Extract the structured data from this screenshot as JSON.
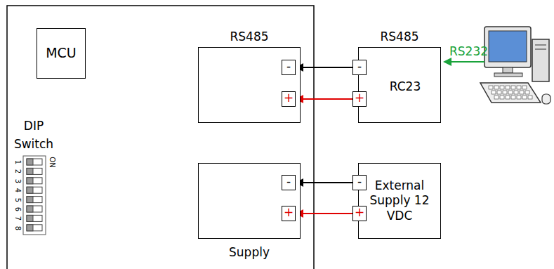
{
  "diagram": {
    "nodes": [
      {
        "text": [
          "MCU"
        ]
      },
      {
        "text": [
          "RS485"
        ]
      },
      {
        "text": [
          "-"
        ],
        "in": 1
      },
      {
        "text": [
          "+"
        ],
        "in": 1
      },
      {
        "text": [
          "Supply"
        ]
      },
      {
        "text": [
          "-"
        ],
        "in": 4
      },
      {
        "text": [
          "+"
        ],
        "in": 4
      },
      {
        "text": [
          "RS485",
          "RC23"
        ]
      },
      {
        "text": [
          "-"
        ],
        "in": 7
      },
      {
        "text": [
          "+"
        ],
        "in": 7
      },
      {
        "text": [
          "External Supply 12 VDC"
        ]
      },
      {
        "text": [
          "-"
        ],
        "in": 10
      },
      {
        "text": [
          "+"
        ],
        "in": 10
      }
    ],
    "edges": [
      {
        "from": 8,
        "to": 2,
        "arrow": "to"
      },
      {
        "from": 9,
        "to": 3,
        "arrow": "to"
      },
      {
        "from": 11,
        "to": 5,
        "arrow": "to"
      },
      {
        "from": 12,
        "to": 6,
        "arrow": "to"
      }
    ],
    "labels": [
      "DIP Switch",
      "1",
      "2",
      "3",
      "4",
      "5",
      "6",
      "7",
      "8",
      "ON",
      "RS232"
    ]
  }
}
